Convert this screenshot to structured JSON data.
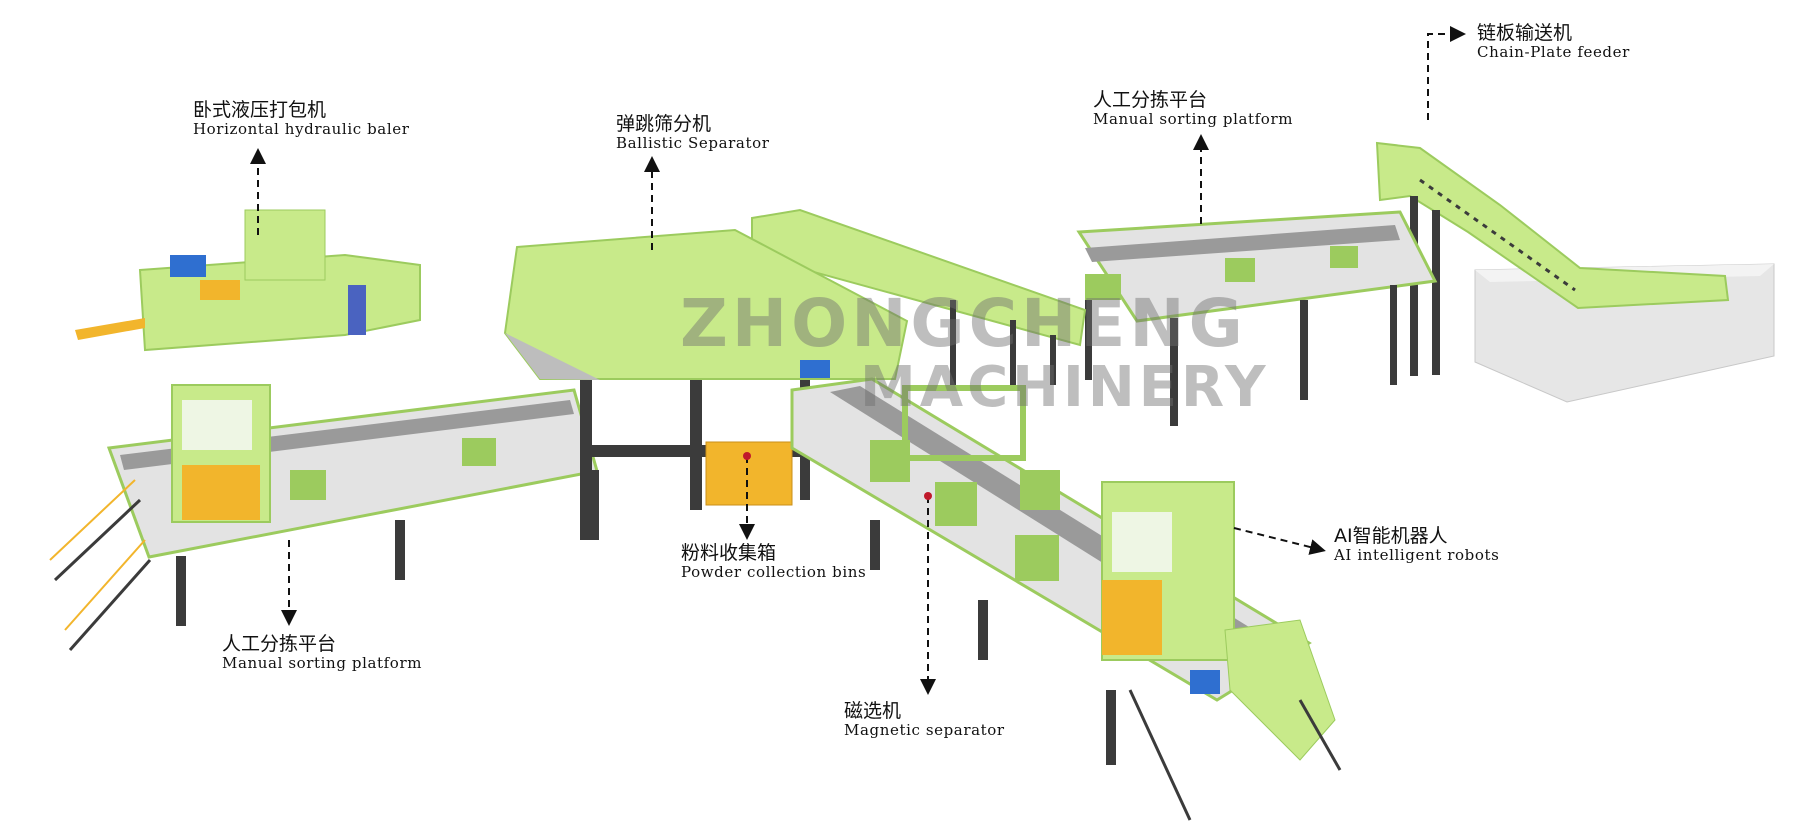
{
  "watermark": {
    "line1": "ZHONGCHENG",
    "line2": "MACHINERY"
  },
  "colors": {
    "machine_green": "#c8ea8a",
    "edge_green": "#9ccb5e",
    "yellow": "#f2b52c",
    "frame_dark": "#3b3b3b",
    "belt_grey": "#d4d4d4",
    "hopper_grey": "#e6e6e6"
  },
  "labels": [
    {
      "id": "baler",
      "zh": "卧式液压打包机",
      "en": "Horizontal hydraulic baler"
    },
    {
      "id": "ballistic",
      "zh": "弹跳筛分机",
      "en": "Ballistic Separator"
    },
    {
      "id": "manual-top",
      "zh": "人工分拣平台",
      "en": "Manual sorting platform"
    },
    {
      "id": "chain-plate",
      "zh": "链板输送机",
      "en": "Chain-Plate feeder"
    },
    {
      "id": "ai-robots",
      "zh": "AI智能机器人",
      "en": "AI intelligent robots"
    },
    {
      "id": "powder-bins",
      "zh": "粉料收集箱",
      "en": "Powder collection bins"
    },
    {
      "id": "manual-bottom",
      "zh": "人工分拣平台",
      "en": "Manual sorting platform"
    },
    {
      "id": "magnetic",
      "zh": "磁选机",
      "en": "Magnetic separator"
    }
  ]
}
